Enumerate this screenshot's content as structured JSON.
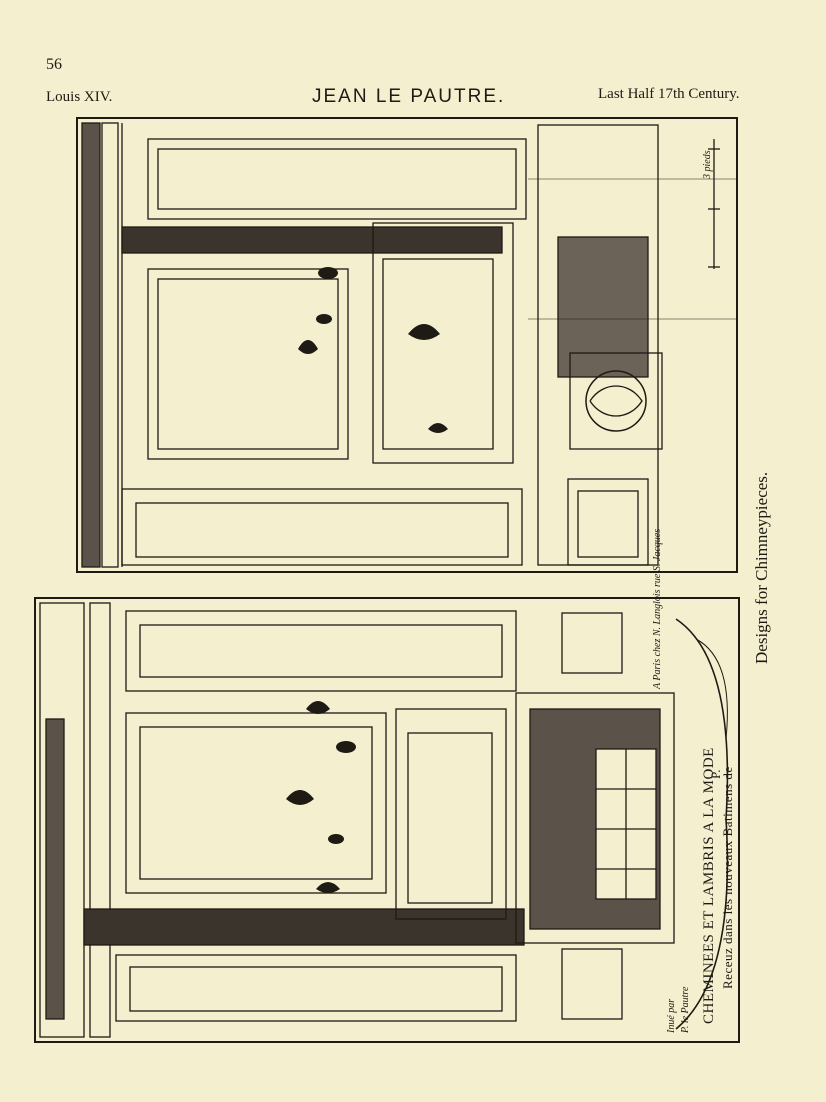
{
  "page": {
    "number": "56",
    "header_left": "Louis XIV.",
    "header_title": "JEAN LE PAUTRE.",
    "header_right": "Last Half 17th Century.",
    "caption": "Designs for Chimneypieces."
  },
  "plate_top": {
    "scale_label": "3 pieds"
  },
  "plate_bottom": {
    "title_line1": "CHEMINEES ET LAMBRIS A LA MODE",
    "title_line2": "Receuz dans les nouveaux Batimens de",
    "title_line3": "P.",
    "publisher": "A Paris chez N. Langlois rue S. Jacques",
    "artist_line1": "Inué par",
    "artist_line2": "P. le Pautre"
  },
  "colors": {
    "paper": "#f4efcf",
    "ink": "#1e1a14",
    "shade": "#5b5349"
  }
}
